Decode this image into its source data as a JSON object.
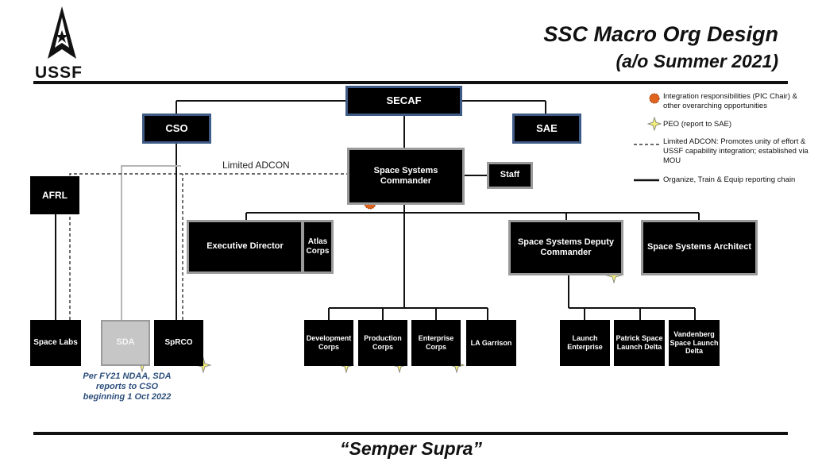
{
  "logo": {
    "text": "USSF"
  },
  "title": {
    "line1": "SSC Macro Org Design",
    "line2": "(a/o Summer 2021)"
  },
  "boxes": {
    "secaf": "SECAF",
    "cso": "CSO",
    "sae": "SAE",
    "ssc_commander": "Space Systems Commander",
    "staff": "Staff",
    "afrl": "AFRL",
    "executive_director": "Executive Director",
    "atlas_corps": "Atlas Corps",
    "deputy_commander": "Space Systems Deputy Commander",
    "architect": "Space Systems Architect",
    "space_labs": "Space Labs",
    "sda": "SDA",
    "sprco": "SpRCO",
    "development_corps": "Development Corps",
    "production_corps": "Production Corps",
    "enterprise_corps": "Enterprise Corps",
    "la_garrison": "LA Garrison",
    "launch_enterprise": "Launch Enterprise",
    "patrick_delta": "Patrick Space Launch Delta",
    "vandenberg_delta": "Vandenberg Space Launch Delta"
  },
  "labels": {
    "limited_adcon": "Limited ADCON",
    "sda_note": "Per FY21 NDAA, SDA reports to CSO beginning 1 Oct 2022"
  },
  "legend": {
    "integration": "Integration responsibilities (PIC Chair) & other overarching opportunities",
    "peo": "PEO (report to SAE)",
    "adcon": "Limited ADCON: Promotes unity of effort & USSF capability integration; established via MOU",
    "otne": "Organize, Train & Equip reporting chain"
  },
  "footer": {
    "motto": "“Semper Supra”"
  },
  "colors": {
    "box": "#000000",
    "blue_border": "#3e5a86",
    "gray_border": "#9a9a9a",
    "sda_fill": "#c6c6c6",
    "star": "#f5f07a",
    "integration_marker": "#e0641e",
    "note_text": "#2d4f7c"
  }
}
